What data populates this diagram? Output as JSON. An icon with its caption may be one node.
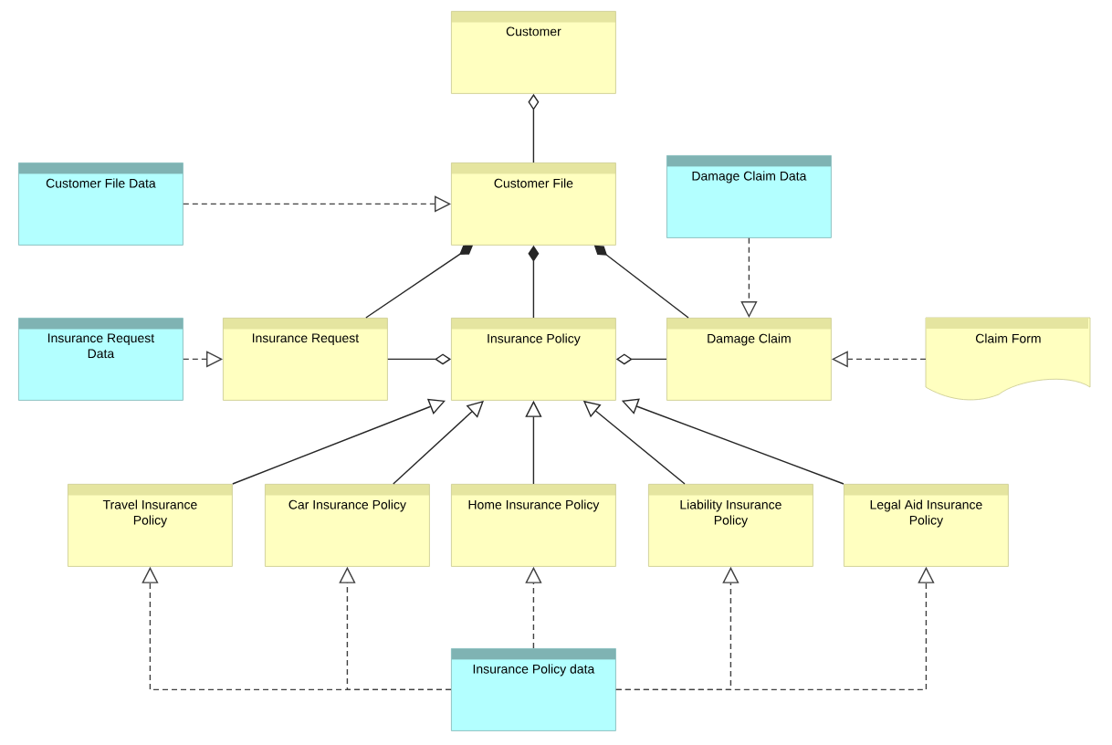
{
  "diagram": {
    "nodes": [
      {
        "text": [
          "Customer"
        ]
      },
      {
        "text": [
          "Customer File Data"
        ]
      },
      {
        "text": [
          "Customer File"
        ]
      },
      {
        "text": [
          "Damage Claim Data"
        ]
      },
      {
        "text": [
          "Insurance Request Data"
        ]
      },
      {
        "text": [
          "Insurance Request"
        ]
      },
      {
        "text": [
          "Insurance Policy"
        ]
      },
      {
        "text": [
          "Damage Claim"
        ]
      },
      {
        "text": [
          "Claim Form"
        ]
      },
      {
        "text": [
          "Travel Insurance Policy"
        ]
      },
      {
        "text": [
          "Car Insurance Policy"
        ]
      },
      {
        "text": [
          "Home Insurance Policy"
        ]
      },
      {
        "text": [
          "Liability Insurance Policy"
        ]
      },
      {
        "text": [
          "Legal Aid Insurance Policy"
        ]
      },
      {
        "text": [
          "Insurance Policy data"
        ]
      }
    ],
    "edges": [
      {
        "from": 2,
        "to": 0,
        "arrow": "other"
      },
      {
        "from": 1,
        "to": 2,
        "arrow": "to",
        "style": "dashed"
      },
      {
        "from": 5,
        "to": 2,
        "arrow": "other"
      },
      {
        "from": 6,
        "to": 2,
        "arrow": "other"
      },
      {
        "from": 7,
        "to": 2,
        "arrow": "other"
      },
      {
        "from": 3,
        "to": 7,
        "arrow": "to",
        "style": "dashed"
      },
      {
        "from": 4,
        "to": 5,
        "arrow": "to",
        "style": "dashed"
      },
      {
        "from": 5,
        "to": 6,
        "arrow": "other"
      },
      {
        "from": 7,
        "to": 6,
        "arrow": "other"
      },
      {
        "from": 8,
        "to": 7,
        "arrow": "to",
        "style": "dashed"
      },
      {
        "from": 9,
        "to": 6,
        "arrow": "to"
      },
      {
        "from": 10,
        "to": 6,
        "arrow": "to"
      },
      {
        "from": 11,
        "to": 6,
        "arrow": "to"
      },
      {
        "from": 12,
        "to": 6,
        "arrow": "to"
      },
      {
        "from": 13,
        "to": 6,
        "arrow": "to"
      },
      {
        "from": 14,
        "to": 9,
        "arrow": "to",
        "style": "dashed"
      },
      {
        "from": 14,
        "to": 10,
        "arrow": "to",
        "style": "dashed"
      },
      {
        "from": 14,
        "to": 11,
        "arrow": "to",
        "style": "dashed"
      },
      {
        "from": 14,
        "to": 12,
        "arrow": "to",
        "style": "dashed"
      },
      {
        "from": 14,
        "to": 13,
        "arrow": "to",
        "style": "dashed"
      }
    ]
  }
}
